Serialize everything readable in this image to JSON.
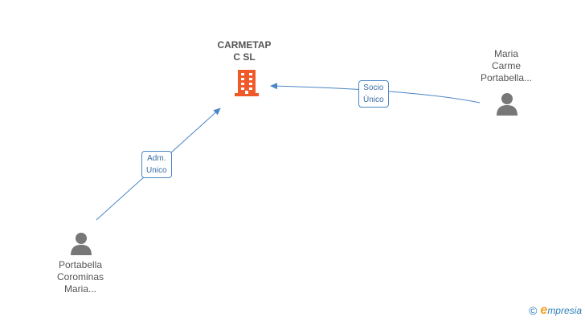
{
  "company": {
    "name_line1": "CARMETAP",
    "name_line2": "C SL",
    "icon": "building-icon",
    "color": "#f05a2a"
  },
  "persons": [
    {
      "id": "maria-carme",
      "line1": "Maria",
      "line2": "Carme",
      "line3": "Portabella...",
      "icon": "person-icon"
    },
    {
      "id": "portabella-corominas",
      "line1": "Portabella",
      "line2": "Corominas",
      "line3": "Maria...",
      "icon": "person-icon"
    }
  ],
  "relations": [
    {
      "line1": "Socio",
      "line2": "Único"
    },
    {
      "line1": "Adm.",
      "line2": "Unico"
    }
  ],
  "colors": {
    "edge": "#4a86c5",
    "person": "#777777",
    "text": "#555555"
  },
  "footer": {
    "copyright": "©",
    "brand_initial": "e",
    "brand_rest": "mpresia"
  }
}
